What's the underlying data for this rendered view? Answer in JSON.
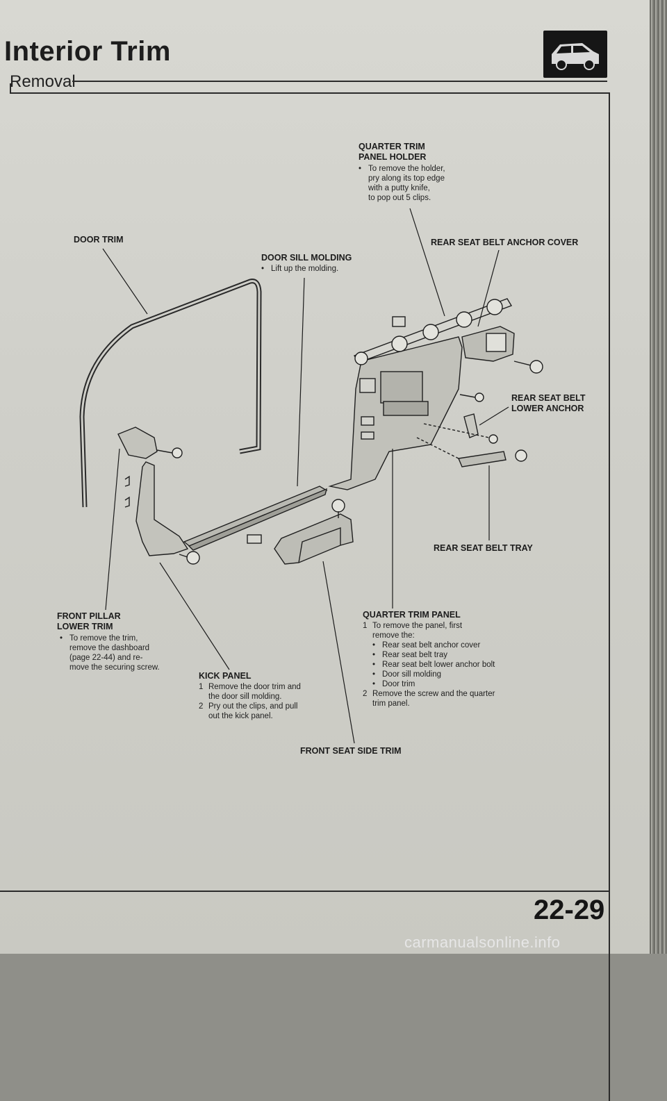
{
  "header": {
    "title": "Interior Trim",
    "subtitle": "Removal"
  },
  "icons": {
    "badge": "hatchback-car-icon"
  },
  "callouts": {
    "quarter_trim_panel_holder": {
      "title_line1": "QUARTER TRIM",
      "title_line2": "PANEL HOLDER",
      "bullet": "•",
      "line1": "To remove the holder,",
      "line2": "pry along its top edge",
      "line3": "with a putty knife,",
      "line4": "to pop out 5 clips."
    },
    "door_trim": {
      "title": "DOOR TRIM"
    },
    "door_sill_molding": {
      "title": "DOOR SILL MOLDING",
      "bullet": "•",
      "line1": "Lift up the molding."
    },
    "rear_seat_belt_anchor_cover": {
      "title": "REAR SEAT BELT ANCHOR COVER"
    },
    "rear_seat_belt_lower_anchor": {
      "title_line1": "REAR SEAT BELT",
      "title_line2": "LOWER ANCHOR"
    },
    "rear_seat_belt_tray": {
      "title": "REAR SEAT BELT TRAY"
    },
    "front_pillar_lower_trim": {
      "title_line1": "FRONT PILLAR",
      "title_line2": "LOWER TRIM",
      "bullet": "•",
      "line1": "To remove the trim,",
      "line2": "remove the dashboard",
      "line3": "(page 22-44) and re-",
      "line4": "move the securing screw."
    },
    "kick_panel": {
      "title": "KICK PANEL",
      "step1_num": "1",
      "step1_line1": "Remove the door trim and",
      "step1_line2": "the door sill molding.",
      "step2_num": "2",
      "step2_line1": "Pry out the clips, and pull",
      "step2_line2": "out the kick panel."
    },
    "quarter_trim_panel": {
      "title": "QUARTER TRIM PANEL",
      "step1_num": "1",
      "step1_line1": "To remove the panel, first",
      "step1_line2": "remove the:",
      "bullet": "•",
      "item1": "Rear seat belt anchor cover",
      "item2": "Rear seat belt tray",
      "item3": "Rear seat belt lower anchor bolt",
      "item4": "Door sill molding",
      "item5": "Door trim",
      "step2_num": "2",
      "step2_line1": "Remove the screw and the quarter",
      "step2_line2": "trim panel."
    },
    "front_seat_side_trim": {
      "title": "FRONT SEAT SIDE TRIM"
    }
  },
  "footer": {
    "page_number": "22-29",
    "watermark": "carmanualsonline.info"
  }
}
